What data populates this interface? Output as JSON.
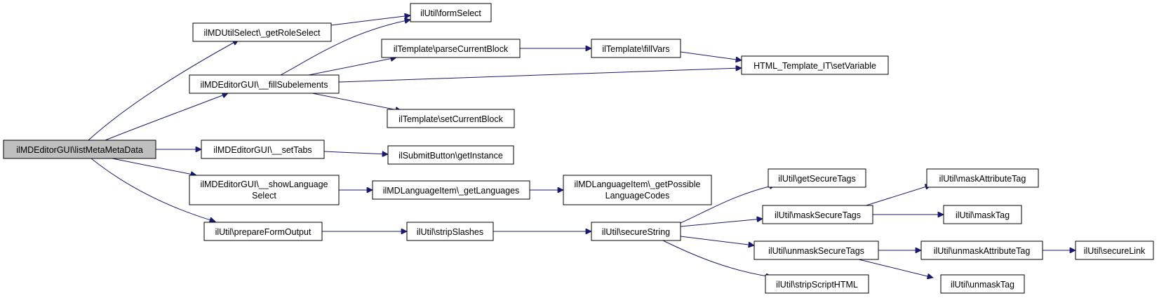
{
  "diagram": {
    "nodes": {
      "root": "ilMDEditorGUI\\listMetaMetaData",
      "getRoleSelect": "ilMDUtilSelect\\_getRoleSelect",
      "formSelect": "ilUtil\\formSelect",
      "fillSubelements": "ilMDEditorGUI\\__fillSubelements",
      "parseCurrentBlock": "ilTemplate\\parseCurrentBlock",
      "fillVars": "ilTemplate\\fillVars",
      "setVariable": "HTML_Template_IT\\setVariable",
      "setCurrentBlock": "ilTemplate\\setCurrentBlock",
      "setTabs": "ilMDEditorGUI\\__setTabs",
      "getInstance": "ilSubmitButton\\getInstance",
      "showLanguageSelect": [
        "ilMDEditorGUI\\__showLanguage",
        "Select"
      ],
      "getLanguages": "ilMDLanguageItem\\_getLanguages",
      "getPossibleLanguageCodes": [
        "ilMDLanguageItem\\_getPossible",
        "LanguageCodes"
      ],
      "prepareFormOutput": "ilUtil\\prepareFormOutput",
      "stripSlashes": "ilUtil\\stripSlashes",
      "secureString": "ilUtil\\secureString",
      "getSecureTags": "ilUtil\\getSecureTags",
      "maskSecureTags": "ilUtil\\maskSecureTags",
      "maskAttributeTag": "ilUtil\\maskAttributeTag",
      "maskTag": "ilUtil\\maskTag",
      "unmaskSecureTags": "ilUtil\\unmaskSecureTags",
      "unmaskAttributeTag": "ilUtil\\unmaskAttributeTag",
      "secureLink": "ilUtil\\secureLink",
      "stripScriptHTML": "ilUtil\\stripScriptHTML",
      "unmaskTag": "ilUtil\\unmaskTag"
    },
    "colors": {
      "edge": "#191970",
      "root_fill": "#bfbfbf",
      "node_fill": "#ffffff",
      "node_border": "#000000"
    }
  }
}
